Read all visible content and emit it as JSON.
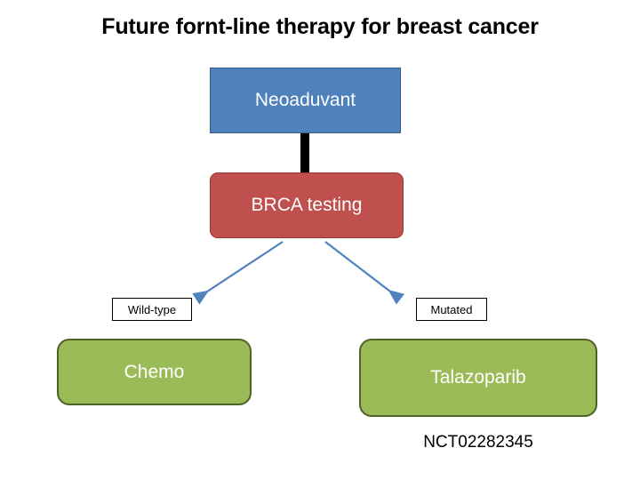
{
  "slide": {
    "title": "Future fornt-line therapy for breast cancer",
    "background_color": "#ffffff"
  },
  "flowchart": {
    "nodes": [
      {
        "id": "neoadjuvant",
        "label": "Neoaduvant",
        "fill": "#4f81bd",
        "border": "#385d8a",
        "text_color": "#ffffff"
      },
      {
        "id": "brca_testing",
        "label": "BRCA testing",
        "fill": "#c0504d",
        "border": "#943634",
        "text_color": "#ffffff"
      },
      {
        "id": "wild_type",
        "label": "Wild-type",
        "fill": "#ffffff",
        "border": "#000000",
        "text_color": "#000000"
      },
      {
        "id": "mutated",
        "label": "Mutated",
        "fill": "#ffffff",
        "border": "#000000",
        "text_color": "#000000"
      },
      {
        "id": "chemo",
        "label": "Chemo",
        "fill": "#9bbb59",
        "border": "#4f6228",
        "text_color": "#ffffff"
      },
      {
        "id": "talazoparib",
        "label": "Talazoparib",
        "fill": "#9bbb59",
        "border": "#4f6228",
        "text_color": "#ffffff"
      }
    ],
    "connectors": [
      {
        "id": "neoadjuvant-to-brca",
        "type": "line",
        "color": "#000000"
      },
      {
        "id": "brca-to-wild-type",
        "type": "arrow",
        "color": "#4f81bd"
      },
      {
        "id": "brca-to-mutated",
        "type": "arrow",
        "color": "#4f81bd"
      }
    ],
    "annotation": {
      "trial_id": "NCT02282345"
    }
  }
}
